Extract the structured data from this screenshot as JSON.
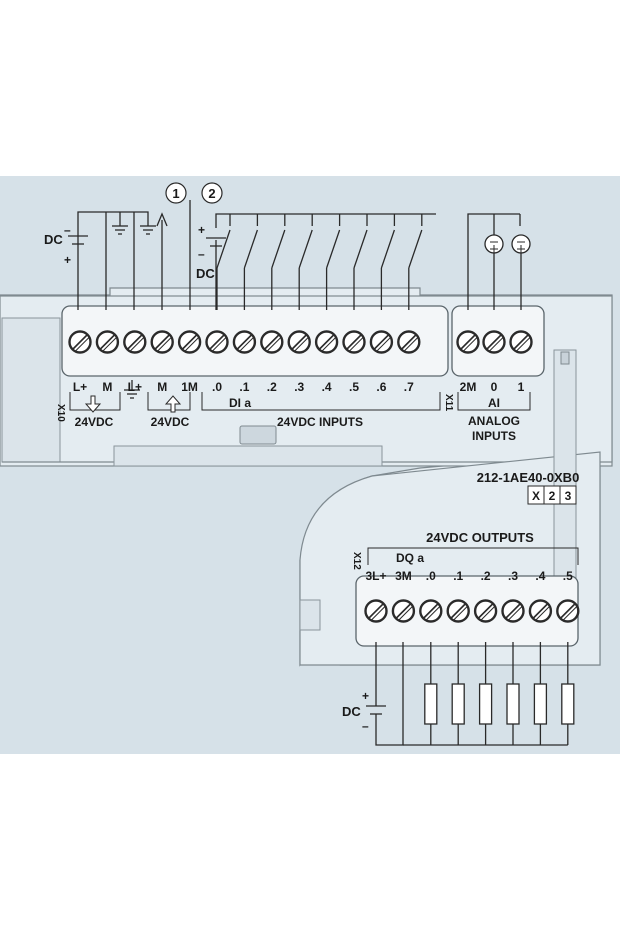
{
  "callouts": [
    "1",
    "2"
  ],
  "dc_labels": {
    "sensor_supply": "DC",
    "input_supply": "DC",
    "output_supply": "DC",
    "plus": "+",
    "minus": "–"
  },
  "x10": {
    "connector": "X10",
    "terminals": [
      "L+",
      "M",
      "L+",
      "M",
      "1M",
      ".0",
      ".1",
      ".2",
      ".3",
      ".4",
      ".5",
      ".6",
      ".7"
    ],
    "sensor_supply_label": "24VDC",
    "power_input_label": "24VDC",
    "di_group": "DI a",
    "inputs_label": "24VDC INPUTS"
  },
  "x11": {
    "connector": "X11",
    "terminals": [
      "2M",
      "0",
      "1"
    ],
    "ai_group": "AI",
    "analog_line1": "ANALOG",
    "analog_line2": "INPUTS"
  },
  "module": {
    "part_number": "212-1AE40-0XB0",
    "badges": [
      "X",
      "2",
      "3"
    ]
  },
  "x12": {
    "connector": "X12",
    "outputs_label": "24VDC OUTPUTS",
    "dq_group": "DQ a",
    "terminals": [
      "3L+",
      "3M",
      ".0",
      ".1",
      ".2",
      ".3",
      ".4",
      ".5"
    ]
  },
  "colors": {
    "band": "#d6e1e8",
    "housing": "#e4ecf1",
    "terminal_block": "#f3f6f8",
    "screw_ring": "#2b2b2b",
    "ink": "#1a1a1a"
  }
}
